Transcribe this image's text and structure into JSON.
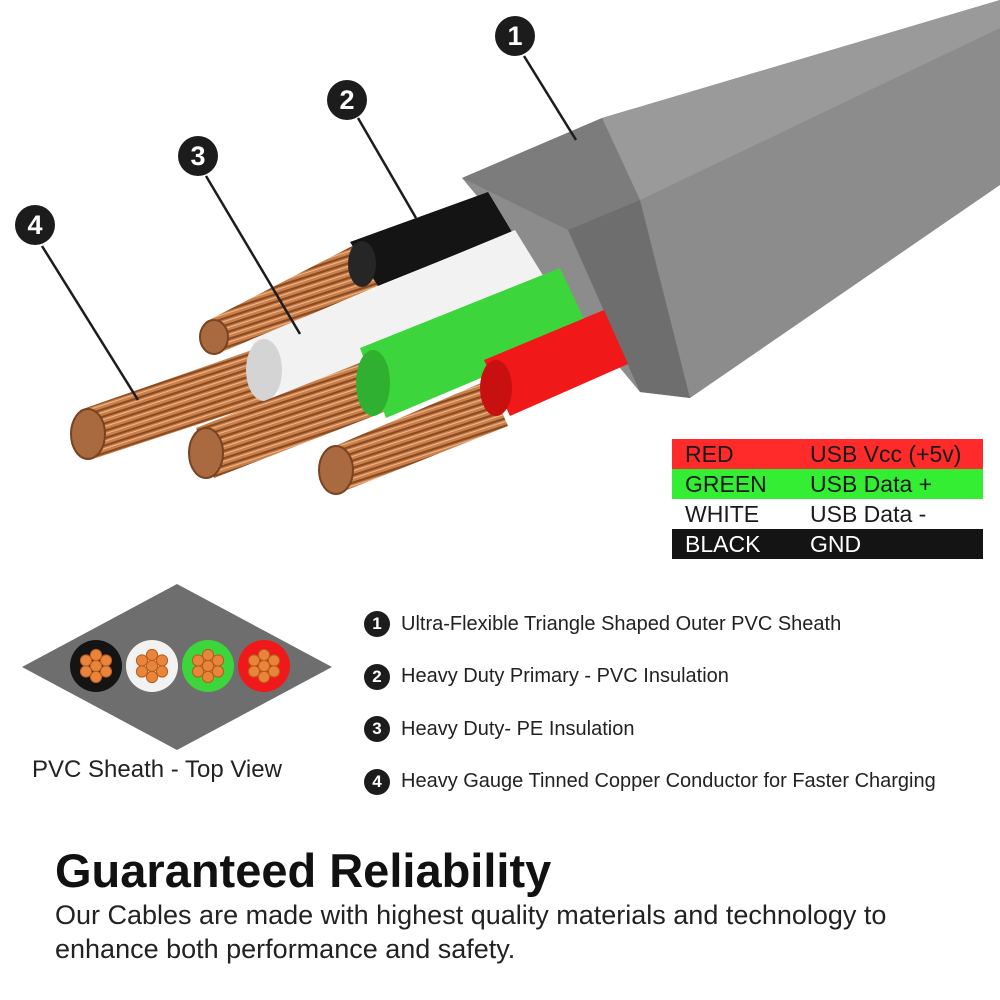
{
  "callouts": [
    "1",
    "2",
    "3",
    "4"
  ],
  "wire_colors": {
    "sheath": "#8a8a8a",
    "black": "#141414",
    "white": "#f2f2f2",
    "green": "#3cd63c",
    "red": "#f01818",
    "copper": "#c9804a"
  },
  "color_table": [
    {
      "color": "RED",
      "signal": "USB Vcc (+5v)",
      "bg": "#ff2a2a",
      "fg": "#1a1a1a"
    },
    {
      "color": "GREEN",
      "signal": "USB Data +",
      "bg": "#33ee33",
      "fg": "#1a1a1a"
    },
    {
      "color": "WHITE",
      "signal": "USB Data -",
      "bg": "#ffffff",
      "fg": "#1a1a1a"
    },
    {
      "color": "BLACK",
      "signal": "GND",
      "bg": "#141414",
      "fg": "#ffffff"
    }
  ],
  "features": [
    {
      "num": "1",
      "text": "Ultra-Flexible Triangle Shaped Outer PVC Sheath"
    },
    {
      "num": "2",
      "text": "Heavy Duty Primary - PVC Insulation"
    },
    {
      "num": "3",
      "text": "Heavy Duty- PE Insulation"
    },
    {
      "num": "4",
      "text": "Heavy Gauge Tinned Copper Conductor for Faster Charging"
    }
  ],
  "top_view": {
    "label": "PVC Sheath - Top View"
  },
  "headline": "Guaranteed Reliability",
  "body": "Our Cables are made with highest quality materials and technology to enhance both performance and safety."
}
